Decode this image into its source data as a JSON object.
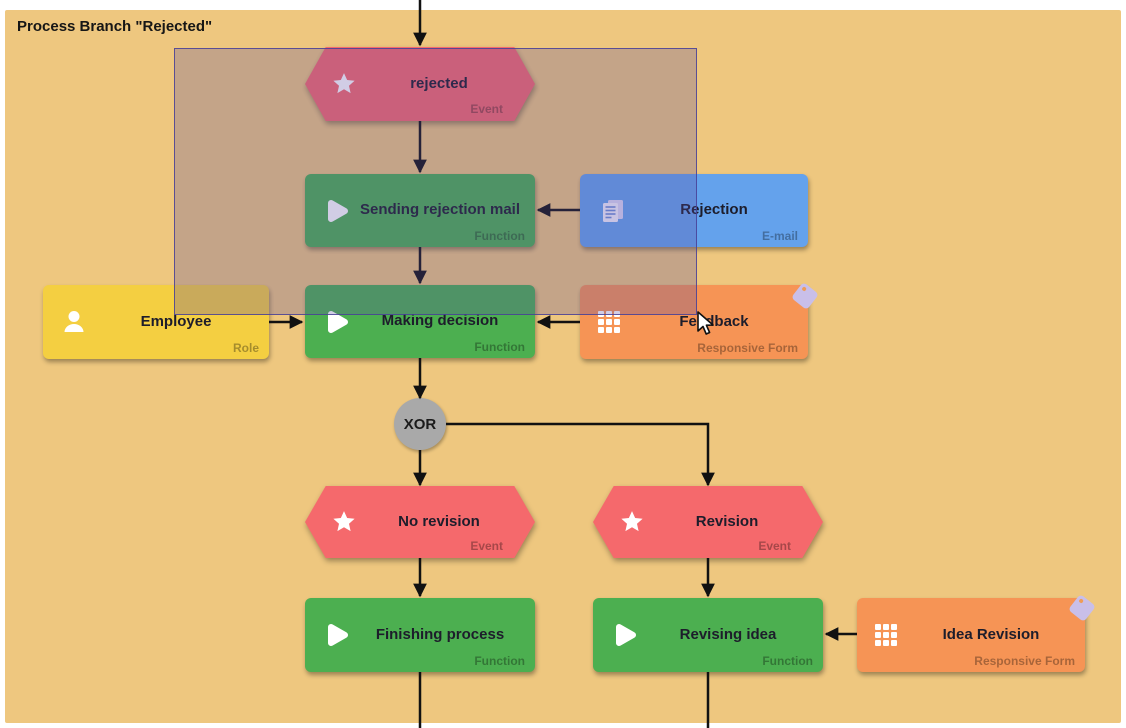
{
  "title": "Process Branch \"Rejected\"",
  "nodes": {
    "rejected": {
      "label": "rejected",
      "type": "Event"
    },
    "sending_mail": {
      "label": "Sending rejection mail",
      "type": "Function"
    },
    "rejection": {
      "label": "Rejection",
      "type": "E-mail"
    },
    "employee": {
      "label": "Employee",
      "type": "Role"
    },
    "making_decision": {
      "label": "Making decision",
      "type": "Function"
    },
    "feedback": {
      "label": "Feedback",
      "type": "Responsive Form"
    },
    "xor": {
      "label": "XOR"
    },
    "no_revision": {
      "label": "No revision",
      "type": "Event"
    },
    "revision": {
      "label": "Revision",
      "type": "Event"
    },
    "finishing": {
      "label": "Finishing process",
      "type": "Function"
    },
    "revising_idea": {
      "label": "Revising idea",
      "type": "Function"
    },
    "idea_revision": {
      "label": "Idea Revision",
      "type": "Responsive Form"
    }
  },
  "colors": {
    "canvas_background": "#eec77f",
    "event": "#f5696c",
    "function": "#4caf50",
    "email": "#64a2ec",
    "role": "#f4cf41",
    "responsive_form": "#f69455",
    "xor_connector": "#a9a9a9",
    "edge_line": "#111111",
    "selection_fill": "rgba(88,76,163,0.28)",
    "tag_icon": "#c9bfe9"
  }
}
